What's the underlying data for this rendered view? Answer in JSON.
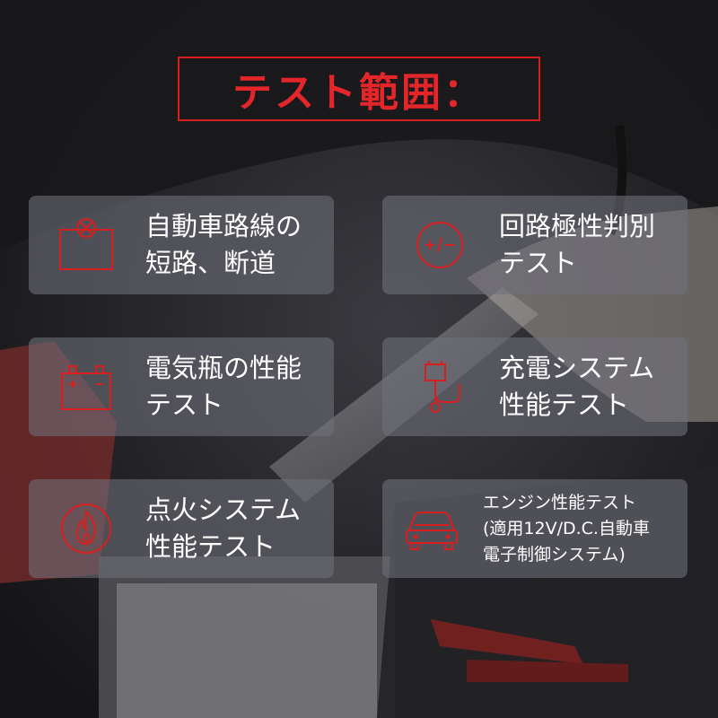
{
  "title": "テスト範囲：",
  "accent_color": "#d81f1f",
  "cards": [
    {
      "icon": "short-circuit-box-icon",
      "label": "自動車路線の\n短路、断道"
    },
    {
      "icon": "polarity-icon",
      "label": "回路極性判別\nテスト"
    },
    {
      "icon": "battery-icon",
      "label": "電気瓶の性能\nテスト"
    },
    {
      "icon": "charging-system-icon",
      "label": "充電システム\n性能テスト"
    },
    {
      "icon": "flame-icon",
      "label": "点火システム\n性能テスト"
    },
    {
      "icon": "car-icon",
      "label": "エンジン性能テスト\n(適用12V/D.C.自動車\n電子制御システム)"
    }
  ]
}
